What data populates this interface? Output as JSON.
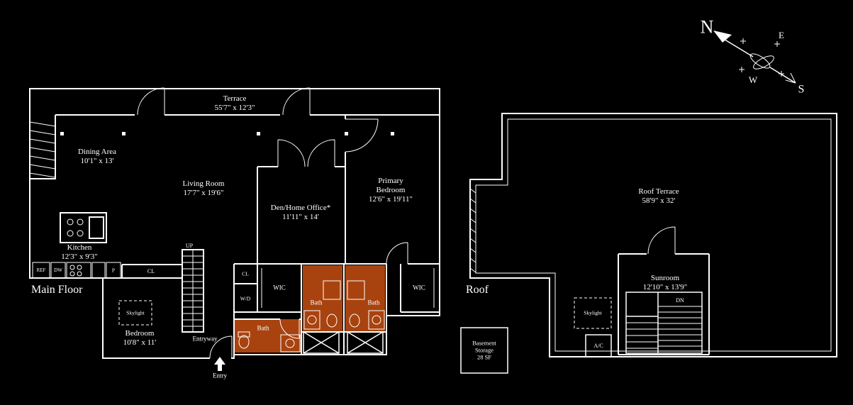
{
  "titles": {
    "main_floor": "Main Floor",
    "roof": "Roof"
  },
  "compass": {
    "n": "N",
    "e": "E",
    "w": "W",
    "s": "S"
  },
  "rooms": {
    "terrace": {
      "name": "Terrace",
      "dims": "55'7\" x 12'3\""
    },
    "dining": {
      "name": "Dining Area",
      "dims": "10'1\" x 13'"
    },
    "living": {
      "name": "Living Room",
      "dims": "17'7\" x 19'6\""
    },
    "den": {
      "name": "Den/Home Office*",
      "dims": "11'11\" x 14'"
    },
    "primary": {
      "name": "Primary Bedroom",
      "dims": "12'6\" x 19'11\""
    },
    "kitchen": {
      "name": "Kitchen",
      "dims": "12'3\" x 9'3\""
    },
    "bedroom": {
      "name": "Bedroom",
      "dims": "10'8\" x 11'"
    },
    "roof_terrace": {
      "name": "Roof Terrace",
      "dims": "58'9\" x 32'"
    },
    "sunroom": {
      "name": "Sunroom",
      "dims": "12'10\" x 13'9\""
    }
  },
  "small_labels": {
    "ref": "REF",
    "dw": "DW",
    "p": "P",
    "cl": "CL",
    "up": "UP",
    "wd": "W/D",
    "wic": "WIC",
    "bath": "Bath",
    "skylight": "Skylight",
    "entryway": "Entryway",
    "entry": "Entry",
    "ac": "A/C",
    "dn": "DN"
  },
  "basement_storage": {
    "line1": "Basement",
    "line2": "Storage",
    "line3": "28 SF"
  },
  "colors": {
    "background": "#000000",
    "wall": "#ffffff",
    "bath_fill": "#a8430f"
  }
}
